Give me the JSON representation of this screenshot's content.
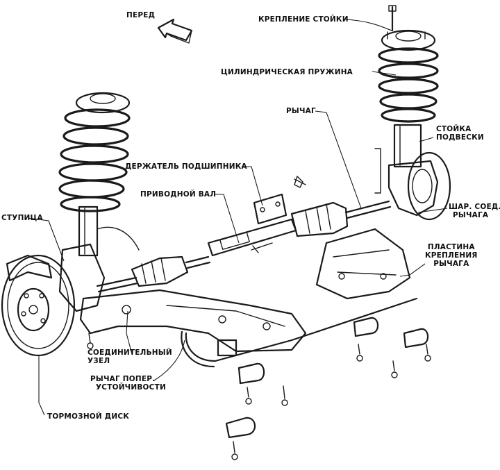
{
  "labels": {
    "front": "ПЕРЕД",
    "strut_mount": "КРЕПЛЕНИЕ СТОЙКИ",
    "coil_spring": "ЦИЛИНДРИЧЕСКАЯ ПРУЖИНА",
    "arm": "РЫЧАГ",
    "strut_line1": "СТОЙКА",
    "strut_line2": "ПОДВЕСКИ",
    "bearing_holder": "ДЕРЖАТЕЛЬ ПОДШИПНИКА",
    "drive_shaft": "ПРИВОДНОЙ ВАЛ",
    "ball_joint_line1": "ШАР. СОЕД.",
    "ball_joint_line2": "РЫЧАГА",
    "hub": "СТУПИЦА",
    "arm_plate_line1": "ПЛАСТИНА",
    "arm_plate_line2": "КРЕПЛЕНИЯ",
    "arm_plate_line3": "РЫЧАГА",
    "connecting_node_line1": "СОЕДИНИТЕЛЬНЫЙ",
    "connecting_node_line2": "УЗЕЛ",
    "stabilizer_line1": "РЫЧАГ ПОПЕР.",
    "stabilizer_line2": "УСТОЙЧИВОСТИ",
    "brake_disc": "ТОРМОЗНОЙ ДИСК"
  }
}
